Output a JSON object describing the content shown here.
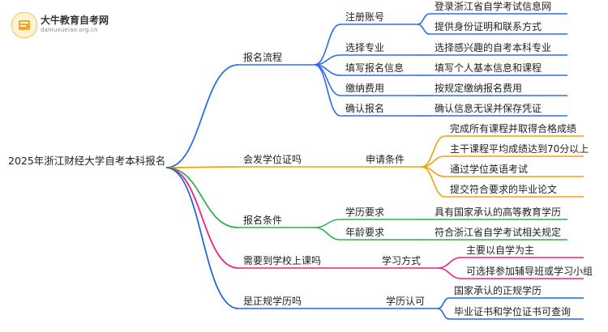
{
  "logo": {
    "title": "大牛教育自考网",
    "url": "daniuxueiao.org.cn"
  },
  "colors": {
    "blue": "#2f6bf0",
    "orange": "#f2a20b",
    "green": "#32b24a",
    "pink": "#e8267d",
    "darkblue": "#2468d8"
  },
  "mindmap": {
    "root": "2025年浙江财经大学自考本科报名",
    "branches": [
      {
        "label": "报名流程",
        "color": "blue",
        "children": [
          {
            "label": "注册账号",
            "children": [
              "登录浙江省自学考试信息网",
              "提供身份证明和联系方式"
            ]
          },
          {
            "label": "选择专业",
            "children": [
              "选择感兴趣的自考本科专业"
            ]
          },
          {
            "label": "填写报名信息",
            "children": [
              "填写个人基本信息和课程"
            ]
          },
          {
            "label": "缴纳费用",
            "children": [
              "按规定缴纳报名费用"
            ]
          },
          {
            "label": "确认报名",
            "children": [
              "确认信息无误并保存凭证"
            ]
          }
        ]
      },
      {
        "label": "会发学位证吗",
        "color": "orange",
        "children": [
          {
            "label": "申请条件",
            "children": [
              "完成所有课程并取得合格成绩",
              "主干课程平均成绩达到70分以上",
              "通过学位英语考试",
              "提交符合要求的毕业论文"
            ]
          }
        ]
      },
      {
        "label": "报名条件",
        "color": "green",
        "children": [
          {
            "label": "学历要求",
            "children": [
              "具有国家承认的高等教育学历"
            ]
          },
          {
            "label": "年龄要求",
            "children": [
              "符合浙江省自学考试相关规定"
            ]
          }
        ]
      },
      {
        "label": "需要到学校上课吗",
        "color": "pink",
        "children": [
          {
            "label": "学习方式",
            "children": [
              "主要以自学为主",
              "可选择参加辅导班或学习小组"
            ]
          }
        ]
      },
      {
        "label": "是正规学历吗",
        "color": "darkblue",
        "children": [
          {
            "label": "学历认可",
            "children": [
              "国家承认的正规学历",
              "毕业证书和学位证书可查询"
            ]
          }
        ]
      }
    ]
  }
}
